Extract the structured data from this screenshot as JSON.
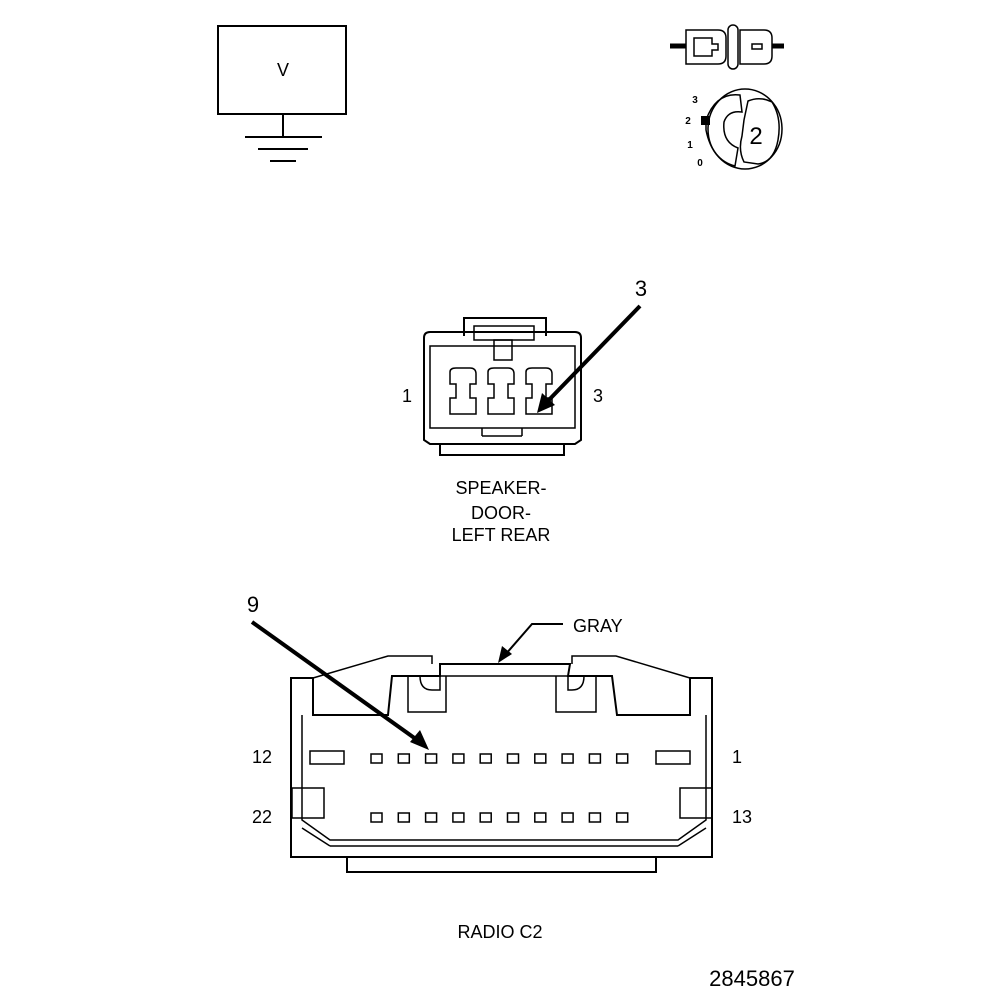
{
  "voltmeter": {
    "symbol": "V"
  },
  "ignition": {
    "key_position": "2",
    "positions": [
      "3",
      "2",
      "1",
      "0"
    ]
  },
  "speaker_connector": {
    "callout": "3",
    "pin_left": "1",
    "pin_right": "3",
    "caption_lines": [
      "SPEAKER-",
      "DOOR-",
      "LEFT REAR"
    ]
  },
  "radio_connector": {
    "callout": "9",
    "color_label": "GRAY",
    "pin_top_left": "12",
    "pin_top_right": "1",
    "pin_bottom_left": "22",
    "pin_bottom_right": "13",
    "caption": "RADIO C2"
  },
  "figure_number": "2845867"
}
